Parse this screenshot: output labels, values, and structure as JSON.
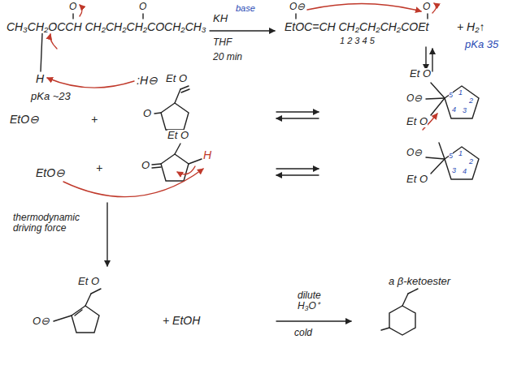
{
  "diagram": {
    "labels": [
      "CH₃CH₂OCCH CH₂CH₂CH₂COCH₂CH₃",
      "O",
      "O",
      "H",
      "pKa ~23",
      ":H⊖",
      "KH",
      "base",
      "THF",
      "20 min",
      "EtOC=CH CH₂CH₂CH₂COEt",
      "O⊖",
      "O",
      "1 2 3 4 5",
      "+ H₂↑",
      "pKa 35",
      "Et O",
      "O⊖",
      "Et O",
      "5",
      "1",
      "2",
      "3",
      "4",
      "EtO⊖",
      "+",
      "Et O",
      "O",
      "EtO⊖",
      "+",
      "Et O",
      "O",
      "H",
      "O⊖",
      "Et O",
      "5",
      "1",
      "2",
      "4",
      "3",
      "thermodynamic driving force",
      "Et O",
      "O⊖",
      "+ EtOH",
      "dilute H₃O⁺",
      "cold",
      "a β-ketoester"
    ]
  }
}
